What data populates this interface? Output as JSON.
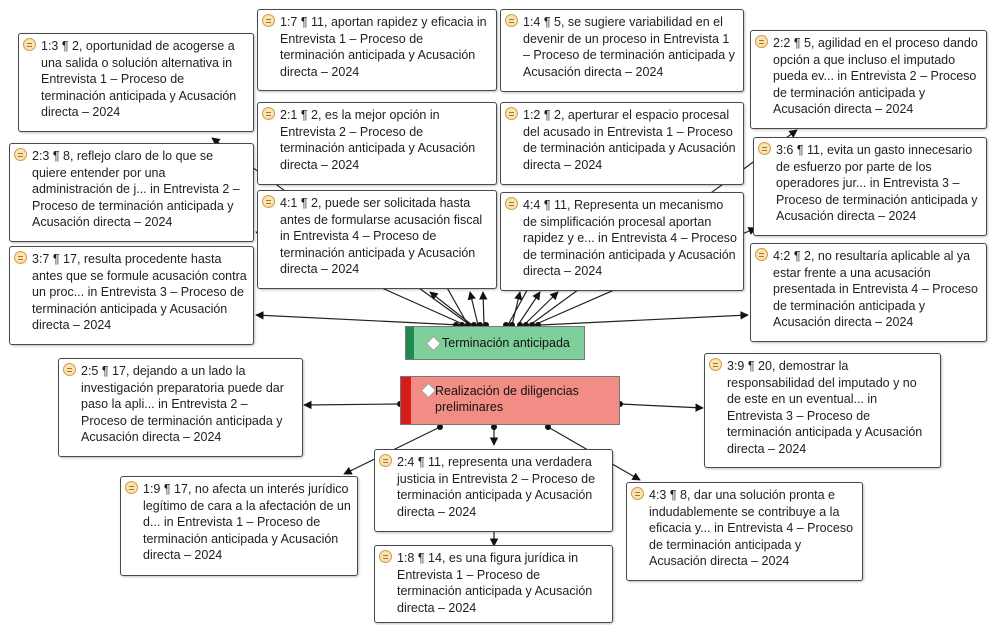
{
  "codes": {
    "terminacion": {
      "label": "Terminación anticipada",
      "color": "#7fcf9a",
      "bar": "#1e8a4e"
    },
    "diligencias": {
      "label": "Realización de diligencias preliminares",
      "color": "#f28d85",
      "bar": "#d81b1b"
    }
  },
  "quotes": {
    "q13": "1:3 ¶ 2, oportunidad de acogerse a una salida o solución alternativa in Entrevista 1 – Proceso de terminación anticipada y Acusación directa – 2024",
    "q17": "1:7 ¶ 11, aportan rapidez y eficacia in Entrevista 1 – Proceso de terminación anticipada y Acusación directa – 2024",
    "q14": "1:4 ¶ 5, se sugiere variabilidad en el devenir de un proceso in Entrevista 1 – Proceso de terminación anticipada y Acusación directa – 2024",
    "q22": "2:2 ¶ 5, agilidad en el proceso dando opción a que incluso el imputado pueda ev... in Entrevista 2 – Proceso de terminación anticipada y Acusación directa – 2024",
    "q21": "2:1 ¶ 2, es la mejor opción in Entrevista 2 – Proceso de terminación anticipada y Acusación directa – 2024",
    "q12": "1:2 ¶ 2, aperturar el espacio procesal del acusado in Entrevista 1 – Proceso de terminación anticipada y Acusación directa – 2024",
    "q23": "2:3 ¶ 8, reflejo claro de lo que se quiere entender por una administración de j... in Entrevista 2 – Proceso de terminación anticipada y Acusación directa – 2024",
    "q36": "3:6 ¶ 11, evita un gasto innecesario de esfuerzo por parte de los operadores jur... in Entrevista 3 – Proceso de terminación anticipada y Acusación directa – 2024",
    "q41": "4:1 ¶ 2, puede ser solicitada hasta antes de formularse acusación fiscal in Entrevista 4 – Proceso de terminación anticipada y Acusación directa – 2024",
    "q44": "4:4 ¶ 11, Representa un mecanismo de simplificación procesal aportan rapidez y e... in Entrevista 4 – Proceso de terminación anticipada y Acusación directa – 2024",
    "q37": "3:7 ¶ 17, resulta procedente hasta antes que se formule acusación contra un proc... in Entrevista 3 – Proceso de terminación anticipada y Acusación directa – 2024",
    "q42": "4:2 ¶ 2, no resultaría aplicable al ya estar frente a una acusación presentada in Entrevista 4 – Proceso de terminación anticipada y Acusación directa – 2024",
    "q25": "2:5 ¶ 17, dejando a un lado la investigación preparatoria puede dar paso la apli... in Entrevista 2 – Proceso de terminación anticipada y Acusación directa – 2024",
    "q39": "3:9 ¶ 20, demostrar la responsabilidad del imputado y no de este en un eventual... in Entrevista 3 – Proceso de terminación anticipada y Acusación directa – 2024",
    "q24": "2:4 ¶ 11, representa una verdadera justicia in Entrevista 2 – Proceso de terminación anticipada y Acusación directa – 2024",
    "q19": "1:9 ¶ 17, no afecta un interés jurídico legítimo de cara a la afectación de un d... in Entrevista 1 – Proceso de terminación anticipada y Acusación directa – 2024",
    "q43": "4:3 ¶ 8, dar una solución pronta e indudablemente se contribuye a la eficacia y... in Entrevista 4 – Proceso de terminación anticipada y Acusación directa – 2024",
    "q18": "1:8 ¶ 14, es una figura jurídica in Entrevista 1 – Proceso de terminación anticipada y Acusación directa – 2024"
  }
}
